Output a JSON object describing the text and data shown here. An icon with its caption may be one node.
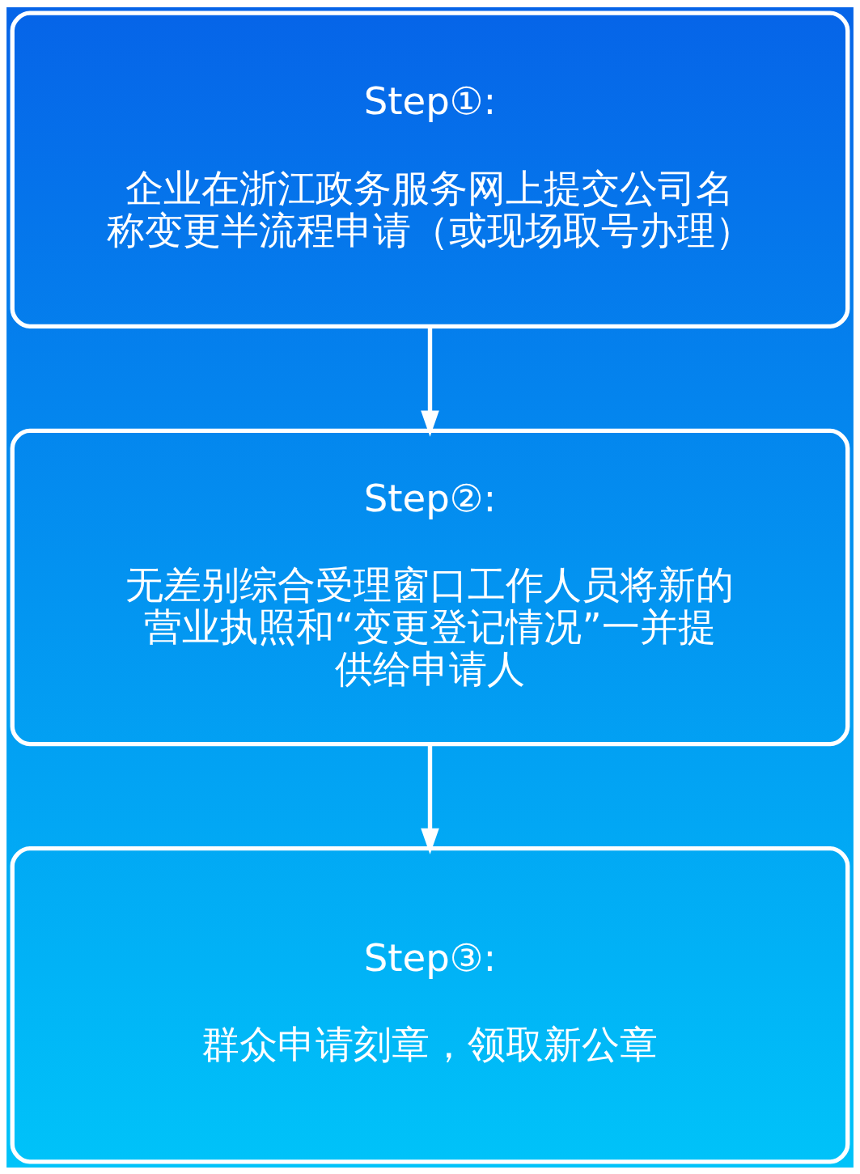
{
  "diagram": {
    "nodes": [
      {
        "text": [
          "Step①:",
          "企业在浙江政务服务网上提交公司名称变更半流程申请（或现场取号办理）"
        ]
      },
      {
        "text": [
          "Step②:",
          "无差别综合受理窗口工作人员将新的营业执照和“变更登记情况”一并提供给申请人"
        ]
      },
      {
        "text": [
          "Step③:",
          "群众申请刻章，领取新公章"
        ]
      }
    ],
    "edges": [
      {
        "from": 0,
        "to": 1,
        "arrow": "to"
      },
      {
        "from": 1,
        "to": 2,
        "arrow": "to"
      }
    ]
  }
}
